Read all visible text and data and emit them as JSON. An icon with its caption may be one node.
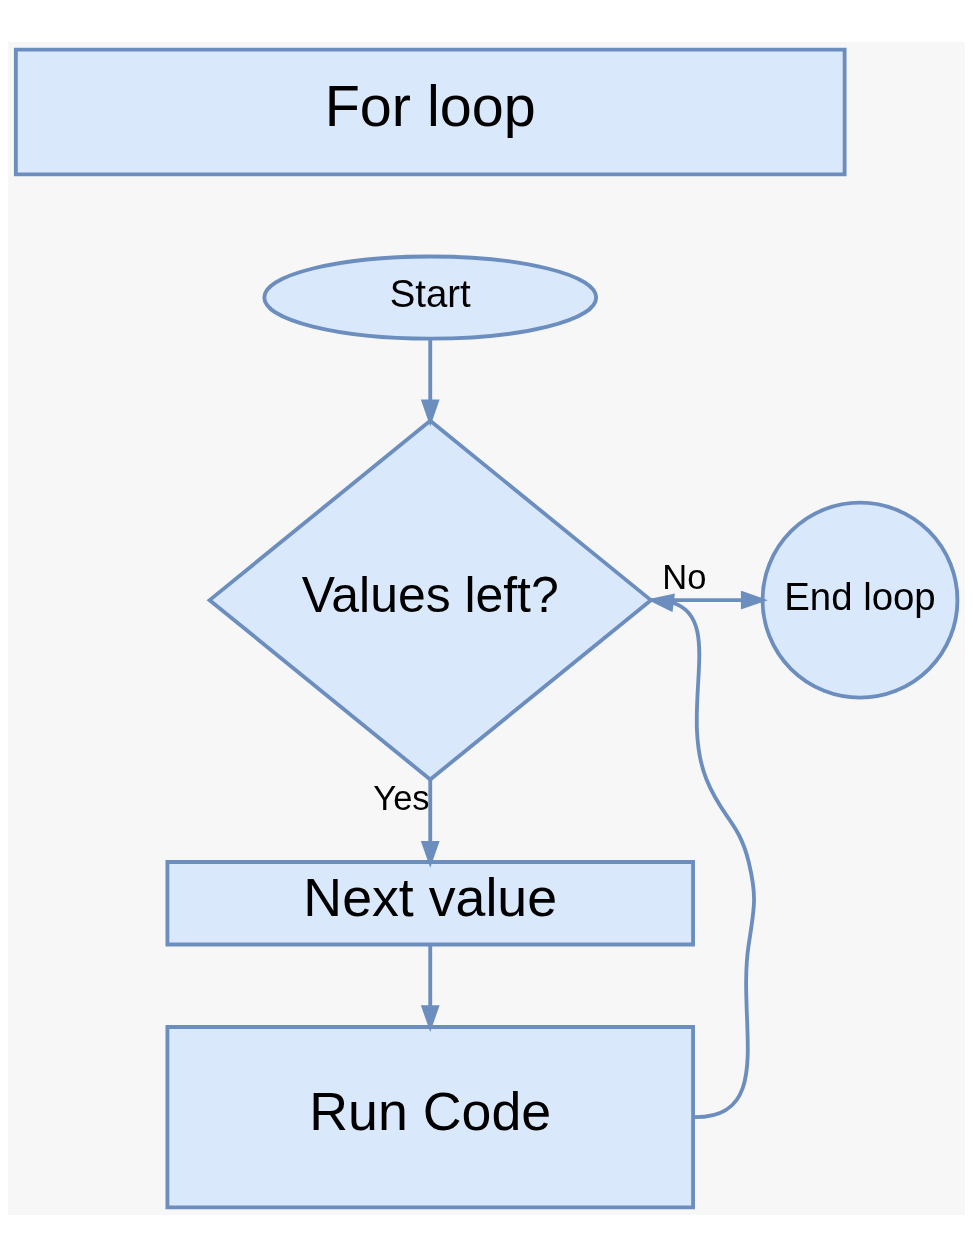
{
  "diagram": {
    "nodes": [
      {
        "text": [
          "For loop"
        ]
      },
      {
        "text": [
          "Start"
        ]
      },
      {
        "text": [
          "Values left?"
        ]
      },
      {
        "text": [
          "End loop"
        ]
      },
      {
        "text": [
          "Next value"
        ]
      },
      {
        "text": [
          "Run Code"
        ]
      }
    ],
    "edges": [
      {
        "from": 1,
        "to": 2,
        "arrow": "to"
      },
      {
        "from": 2,
        "to": 3,
        "arrow": "to",
        "label": "No"
      },
      {
        "from": 2,
        "to": 4,
        "arrow": "to",
        "label": "Yes"
      },
      {
        "from": 4,
        "to": 5,
        "arrow": "to"
      },
      {
        "from": 5,
        "to": 2,
        "arrow": "to"
      }
    ]
  }
}
